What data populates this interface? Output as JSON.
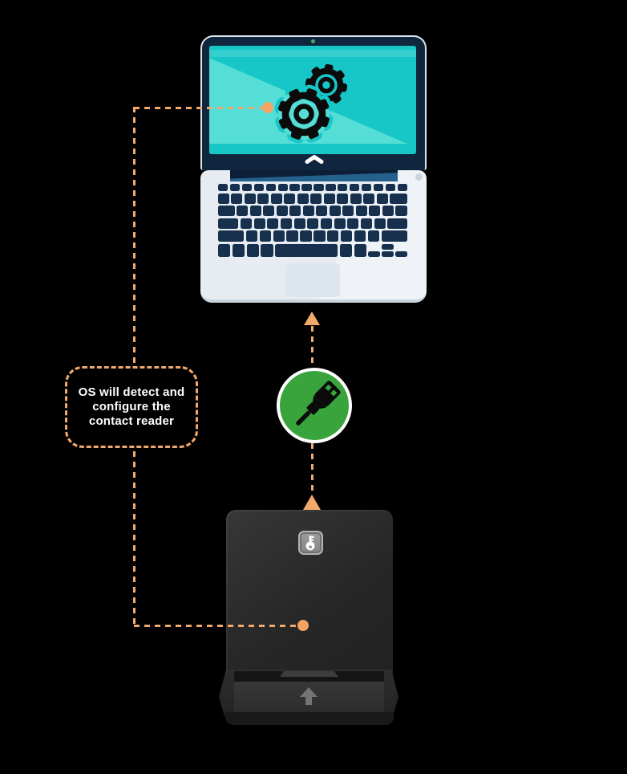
{
  "callout": {
    "text": "OS will detect and configure the contact reader",
    "lines": [
      "OS will detect and",
      "configure the",
      "contact reader"
    ]
  },
  "icons": {
    "laptop_screen_icon": "gears-icon",
    "laptop_bezel_icon": "chevron-up-icon",
    "laptop_camera": "camera-dot",
    "connector_badge_icon": "usb-plug-icon",
    "reader_badge_icon": "key-icon",
    "reader_slot_icon": "eject-arrow-icon",
    "flow_arrow_icon": "arrow-up-icon"
  },
  "colors": {
    "background": "#000000",
    "accent_orange": "#f2a96c",
    "node_orange": "#f3a363",
    "screen_teal": "#17c7c7",
    "screen_teal_light": "#55ded6",
    "laptop_navy": "#10253e",
    "key_navy": "#16304d",
    "laptop_body": "#e7edf3",
    "hinge_blue": "#25608c",
    "usb_green": "#3aa43c",
    "reader_gray": "#2b2b2b",
    "callout_text": "#ffffff"
  }
}
